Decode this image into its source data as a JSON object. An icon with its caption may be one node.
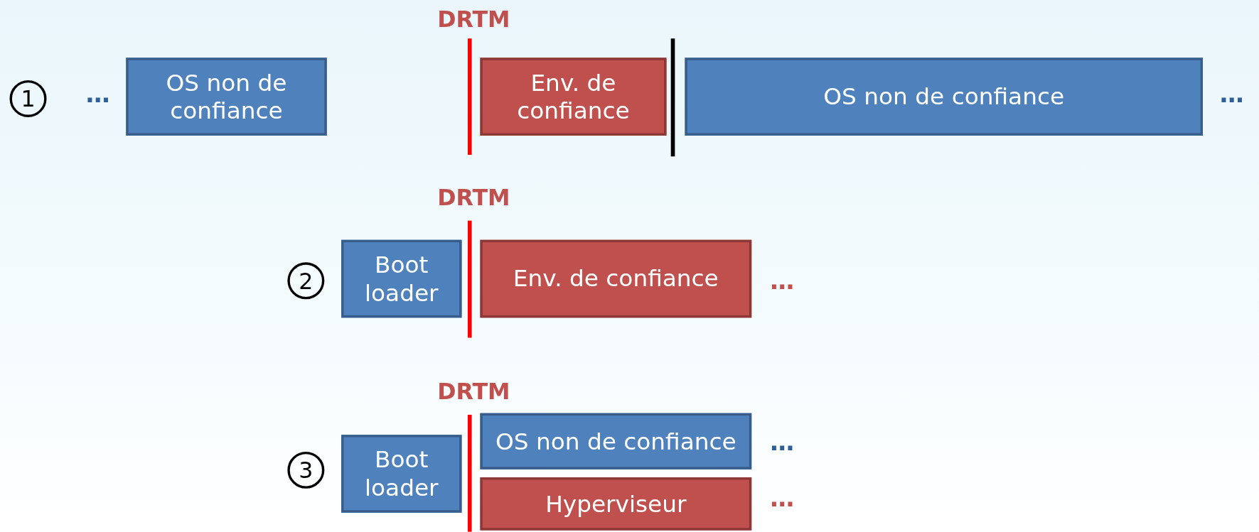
{
  "diagram": {
    "nodes": [
      {
        "text": [
          "OS non de confiance"
        ]
      },
      {
        "text": [
          "Env. de confiance"
        ]
      },
      {
        "text": [
          "OS non de confiance"
        ]
      },
      {
        "text": [
          "Boot loader"
        ]
      },
      {
        "text": [
          "Env. de confiance"
        ]
      },
      {
        "text": [
          "Boot loader"
        ]
      },
      {
        "text": [
          "OS non de confiance"
        ]
      },
      {
        "text": [
          "Hyperviseur"
        ]
      }
    ],
    "labels": [
      "DRTM",
      "1",
      "…",
      "…",
      "DRTM",
      "2",
      "…",
      "DRTM",
      "3",
      "…",
      "…"
    ]
  }
}
